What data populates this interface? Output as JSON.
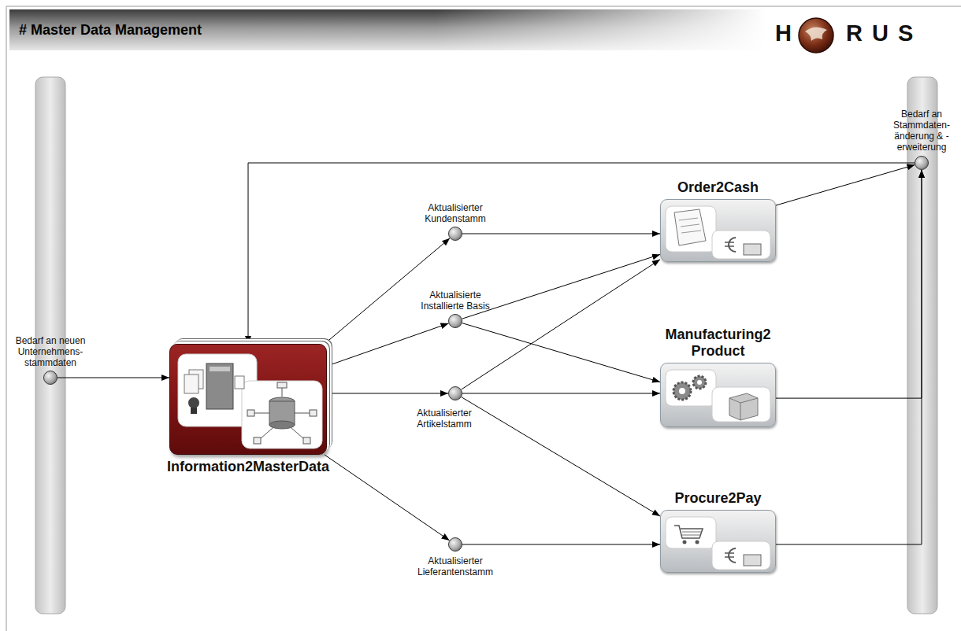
{
  "diagram": {
    "title": "# Master Data Management",
    "nodes": [
      {
        "text": [
          "Bedarf an neuen Unternehmens- stammdaten"
        ]
      },
      {
        "text": [
          "Information2MasterData"
        ]
      },
      {
        "text": [
          "Aktualisierter Kundenstamm"
        ]
      },
      {
        "text": [
          "Aktualisierte Installierte Basis"
        ]
      },
      {
        "text": [
          "Aktualisierter Artikelstamm"
        ]
      },
      {
        "text": [
          "Aktualisierter Lieferantenstamm"
        ]
      },
      {
        "text": [
          "Order2Cash"
        ]
      },
      {
        "text": [
          "Manufacturing2 Product"
        ]
      },
      {
        "text": [
          "Procure2Pay"
        ]
      },
      {
        "text": [
          "Bedarf an Stammdaten- änderung & -erweiterung"
        ]
      }
    ],
    "edges": [
      {
        "from": 0,
        "to": 1,
        "arrow": "to"
      },
      {
        "from": 1,
        "to": 2,
        "arrow": "to"
      },
      {
        "from": 1,
        "to": 3,
        "arrow": "to"
      },
      {
        "from": 1,
        "to": 4,
        "arrow": "to"
      },
      {
        "from": 1,
        "to": 5,
        "arrow": "to"
      },
      {
        "from": 2,
        "to": 6,
        "arrow": "to"
      },
      {
        "from": 3,
        "to": 6,
        "arrow": "to"
      },
      {
        "from": 3,
        "to": 7,
        "arrow": "to"
      },
      {
        "from": 4,
        "to": 6,
        "arrow": "to"
      },
      {
        "from": 4,
        "to": 7,
        "arrow": "to"
      },
      {
        "from": 4,
        "to": 8,
        "arrow": "to"
      },
      {
        "from": 5,
        "to": 8,
        "arrow": "to"
      },
      {
        "from": 6,
        "to": 9,
        "arrow": "to"
      },
      {
        "from": 7,
        "to": 9,
        "arrow": "to"
      },
      {
        "from": 8,
        "to": 9,
        "arrow": "to"
      },
      {
        "from": 9,
        "to": 1,
        "arrow": "to"
      }
    ],
    "labels": [
      "H",
      "RUS"
    ]
  }
}
